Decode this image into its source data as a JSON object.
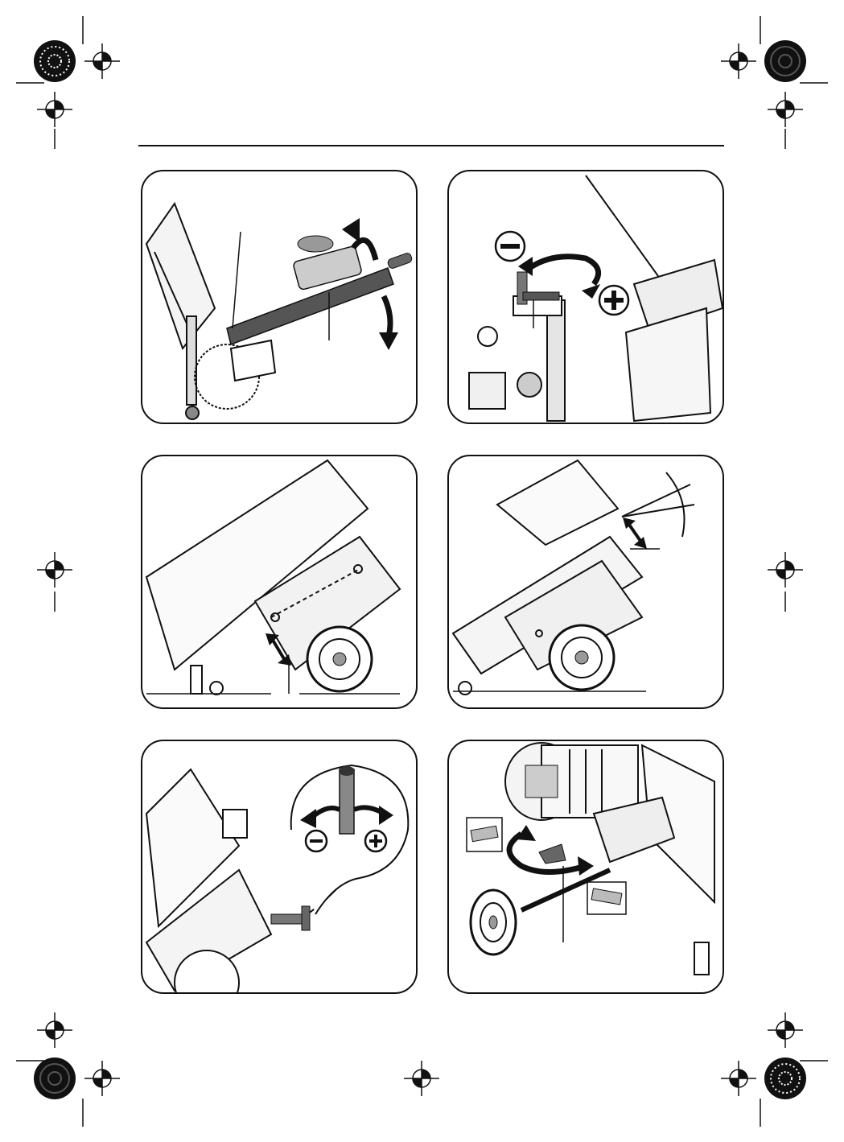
{
  "page": {
    "registration_marks": "registration-marks",
    "panels": [
      {
        "id": "fig1",
        "arrows": [
          "up",
          "down"
        ]
      },
      {
        "id": "fig2",
        "signs": [
          "−",
          "+"
        ]
      },
      {
        "id": "fig3"
      },
      {
        "id": "fig4"
      },
      {
        "id": "fig5",
        "signs": [
          "−",
          "+"
        ]
      },
      {
        "id": "fig6"
      }
    ]
  }
}
